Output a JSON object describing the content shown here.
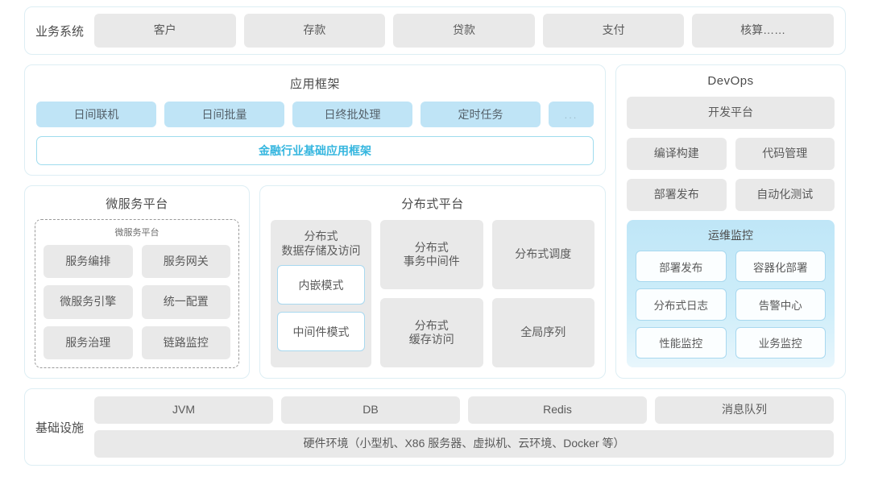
{
  "business_systems": {
    "label": "业务系统",
    "cards": [
      "客户",
      "存款",
      "贷款",
      "支付",
      "核算……"
    ]
  },
  "app_framework": {
    "title": "应用框架",
    "pills": [
      "日间联机",
      "日间批量",
      "日终批处理",
      "定时任务"
    ],
    "more_pill": "...",
    "banner": "金融行业基础应用框架"
  },
  "microservice_platform": {
    "title": "微服务平台",
    "inner_title": "微服务平台",
    "items": [
      "服务编排",
      "服务网关",
      "微服务引擎",
      "统一配置",
      "服务治理",
      "链路监控"
    ]
  },
  "distributed_platform": {
    "title": "分布式平台",
    "storage": {
      "title_line1": "分布式",
      "title_line2": "数据存储及访问",
      "modes": [
        "内嵌模式",
        "中间件模式"
      ]
    },
    "cards": [
      {
        "line1": "分布式",
        "line2": "事务中间件"
      },
      {
        "line1": "分布式调度",
        "line2": ""
      },
      {
        "line1": "分布式",
        "line2": "缓存访问"
      },
      {
        "line1": "全局序列",
        "line2": ""
      }
    ]
  },
  "devops": {
    "title": "DevOps",
    "platform": "开发平台",
    "pairs": [
      [
        "编译构建",
        "代码管理"
      ],
      [
        "部署发布",
        "自动化测试"
      ]
    ],
    "ops_monitor": {
      "title": "运维监控",
      "items": [
        "部署发布",
        "容器化部署",
        "分布式日志",
        "告警中心",
        "性能监控",
        "业务监控"
      ]
    }
  },
  "infrastructure": {
    "label": "基础设施",
    "components": [
      "JVM",
      "DB",
      "Redis",
      "消息队列"
    ],
    "hardware": "硬件环境（小型机、X86 服务器、虚拟机、云环境、Docker 等）"
  },
  "colors": {
    "panel_border": "#ddeef4",
    "grey_chip": "#e9e9e9",
    "blue_chip": "#bfe4f6",
    "accent_cyan": "#35b6df",
    "outline_blue": "#a8d8ef"
  }
}
